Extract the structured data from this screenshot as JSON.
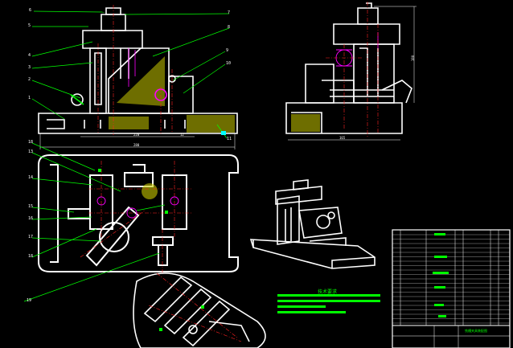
{
  "front_view": {
    "callouts": [
      "6",
      "5",
      "4",
      "3",
      "2",
      "1",
      "7",
      "8",
      "9",
      "10",
      "11"
    ],
    "dims": [
      "220",
      "280",
      "12"
    ]
  },
  "side_view": {
    "dims": [
      "165",
      "180"
    ]
  },
  "top_view": {
    "callouts": [
      "18",
      "13",
      "14",
      "15",
      "16",
      "17",
      "18",
      "19"
    ]
  },
  "technical_requirements": {
    "title": "技术要求"
  },
  "title_block": {
    "title": "铣槽夹具装配图"
  },
  "colors": {
    "outline": "#ffffff",
    "leader": "#00ff00",
    "hatch": "#c8c800",
    "hidden": "#ff00ff",
    "centerline": "#ff2020",
    "cyan": "#00ffff"
  }
}
